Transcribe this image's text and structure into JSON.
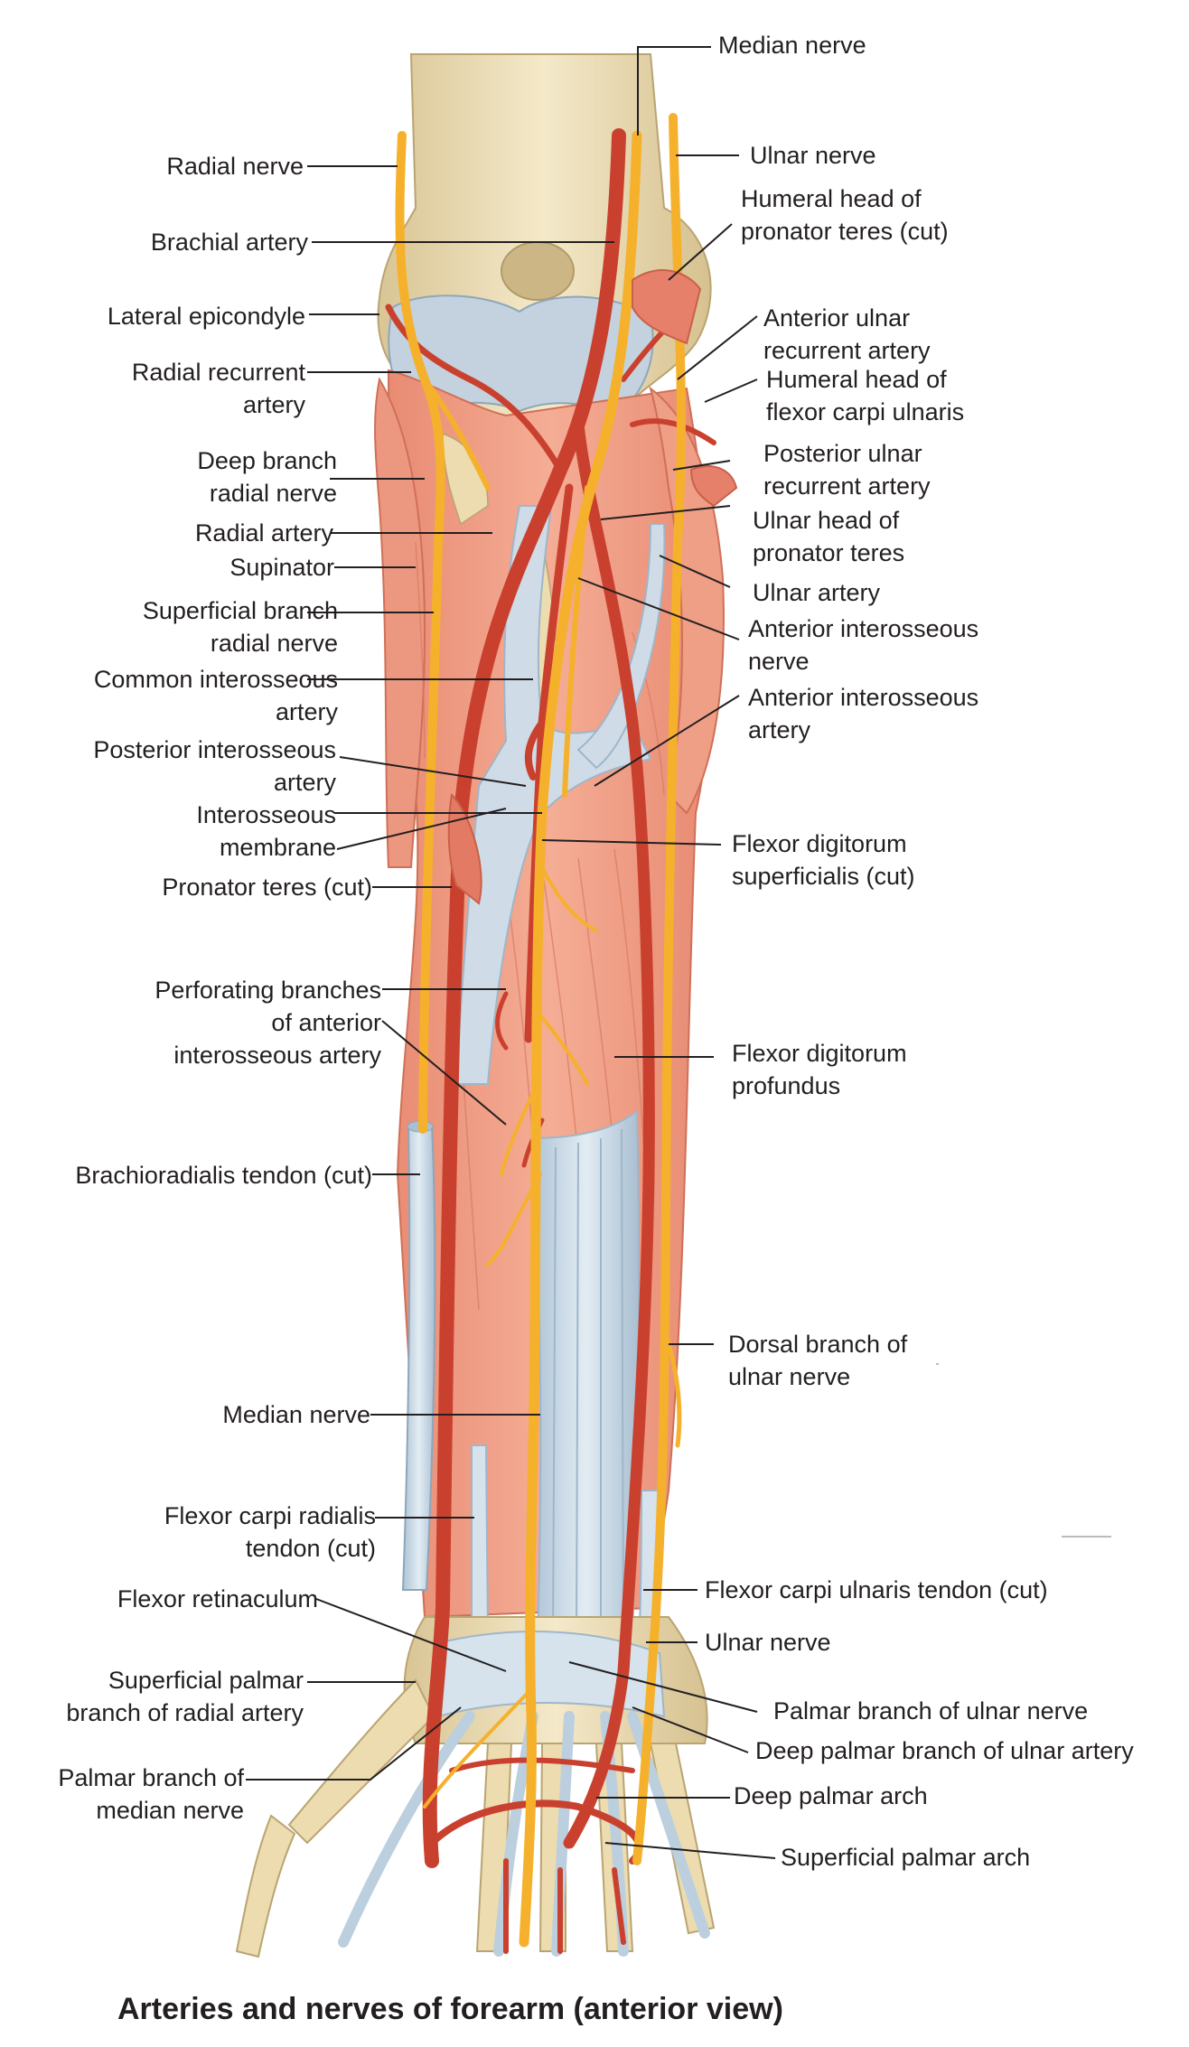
{
  "caption": "Arteries and nerves of forearm (anterior view)",
  "labels": {
    "median_nerve_top": [
      "Median nerve"
    ],
    "radial_nerve": [
      "Radial nerve"
    ],
    "ulnar_nerve_top": [
      "Ulnar nerve"
    ],
    "brachial_artery": [
      "Brachial artery"
    ],
    "humeral_head_pronator": [
      "Humeral head of",
      "pronator teres (cut)"
    ],
    "lateral_epicondyle": [
      "Lateral epicondyle"
    ],
    "anterior_ulnar_recurrent": [
      "Anterior ulnar",
      "recurrent artery"
    ],
    "radial_recurrent": [
      "Radial recurrent",
      "artery"
    ],
    "humeral_head_fcu": [
      "Humeral head of",
      "flexor carpi ulnaris"
    ],
    "deep_branch_radial": [
      "Deep branch",
      "radial nerve"
    ],
    "posterior_ulnar_recurrent": [
      "Posterior ulnar",
      "recurrent artery"
    ],
    "radial_artery": [
      "Radial artery"
    ],
    "ulnar_head_pronator": [
      "Ulnar head of",
      "pronator teres"
    ],
    "supinator": [
      "Supinator"
    ],
    "ulnar_artery": [
      "Ulnar artery"
    ],
    "superficial_branch_radial": [
      "Superficial branch",
      "radial nerve"
    ],
    "anterior_interosseous_nerve": [
      "Anterior interosseous",
      "nerve"
    ],
    "common_interosseous": [
      "Common interosseous",
      "artery"
    ],
    "anterior_interosseous_artery": [
      "Anterior interosseous",
      "artery"
    ],
    "posterior_interosseous": [
      "Posterior interosseous",
      "artery"
    ],
    "interosseous_membrane": [
      "Interosseous",
      "membrane"
    ],
    "fds_cut": [
      "Flexor digitorum",
      "superficialis (cut)"
    ],
    "pronator_teres_cut": [
      "Pronator teres (cut)"
    ],
    "perforating_branches": [
      "Perforating branches",
      "of anterior",
      "interosseous artery"
    ],
    "fdp": [
      "Flexor digitorum",
      "profundus"
    ],
    "brachioradialis_tendon": [
      "Brachioradialis tendon (cut)"
    ],
    "dorsal_branch_ulnar": [
      "Dorsal branch of",
      "ulnar nerve"
    ],
    "median_nerve_lower": [
      "Median nerve"
    ],
    "fcr_tendon": [
      "Flexor carpi radialis",
      "tendon (cut)"
    ],
    "fcu_tendon": [
      "Flexor carpi ulnaris tendon (cut)"
    ],
    "flexor_retinaculum": [
      "Flexor retinaculum"
    ],
    "ulnar_nerve_low": [
      "Ulnar nerve"
    ],
    "superficial_palmar_branch": [
      "Superficial palmar",
      "branch of radial artery"
    ],
    "palmar_branch_ulnar_nerve": [
      "Palmar branch of ulnar nerve"
    ],
    "deep_palmar_branch_ulnar_artery": [
      "Deep palmar branch of ulnar artery"
    ],
    "palmar_branch_median": [
      "Palmar branch of",
      "median nerve"
    ],
    "deep_palmar_arch": [
      "Deep palmar arch"
    ],
    "superficial_palmar_arch": [
      "Superficial palmar arch"
    ]
  },
  "colors": {
    "muscle": "#f2a48c",
    "muscle_dark": "#e07f68",
    "bone": "#eee0b8",
    "bone_shadow": "#d8c493",
    "tendon": "#c9d9e6",
    "tendon_edge": "#9fb6c9",
    "artery": "#c9412e",
    "nerve": "#f5b12c",
    "leader": "#231f20",
    "text": "#231f20"
  }
}
